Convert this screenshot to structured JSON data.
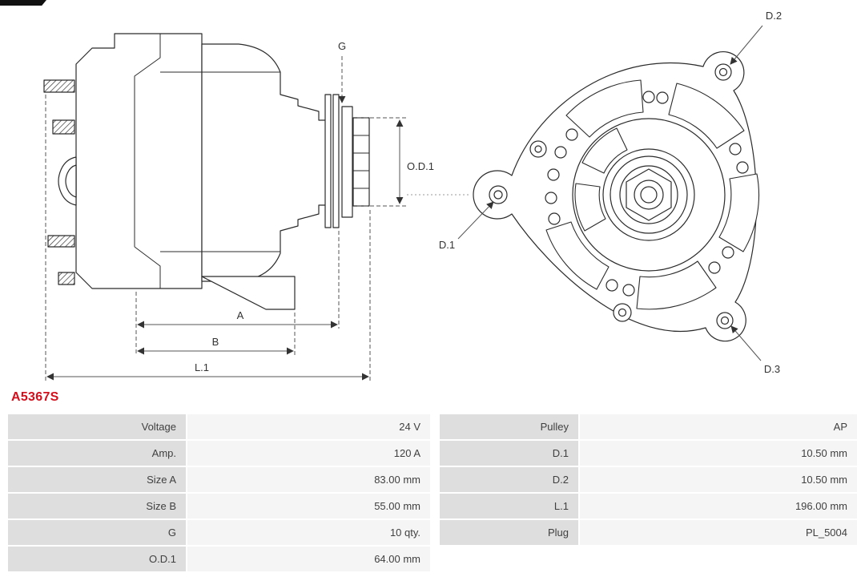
{
  "part_number": "A5367S",
  "colors": {
    "accent_red": "#d40f1c",
    "label_bg": "#dedede",
    "value_bg": "#f5f5f5",
    "line": "#2b2b2b"
  },
  "diagram": {
    "labels": {
      "g": "G",
      "od1": "O.D.1",
      "a": "A",
      "b": "B",
      "l1": "L.1",
      "d1": "D.1",
      "d2": "D.2",
      "d3": "D.3"
    }
  },
  "spec_table": {
    "rows": [
      {
        "left_label": "Voltage",
        "left_value": "24 V",
        "right_label": "Pulley",
        "right_value": "AP"
      },
      {
        "left_label": "Amp.",
        "left_value": "120 A",
        "right_label": "D.1",
        "right_value": "10.50 mm"
      },
      {
        "left_label": "Size A",
        "left_value": "83.00 mm",
        "right_label": "D.2",
        "right_value": "10.50 mm"
      },
      {
        "left_label": "Size B",
        "left_value": "55.00 mm",
        "right_label": "L.1",
        "right_value": "196.00 mm"
      },
      {
        "left_label": "G",
        "left_value": "10 qty.",
        "right_label": "Plug",
        "right_value": "PL_5004"
      },
      {
        "left_label": "O.D.1",
        "left_value": "64.00 mm",
        "right_label": "",
        "right_value": ""
      }
    ]
  }
}
